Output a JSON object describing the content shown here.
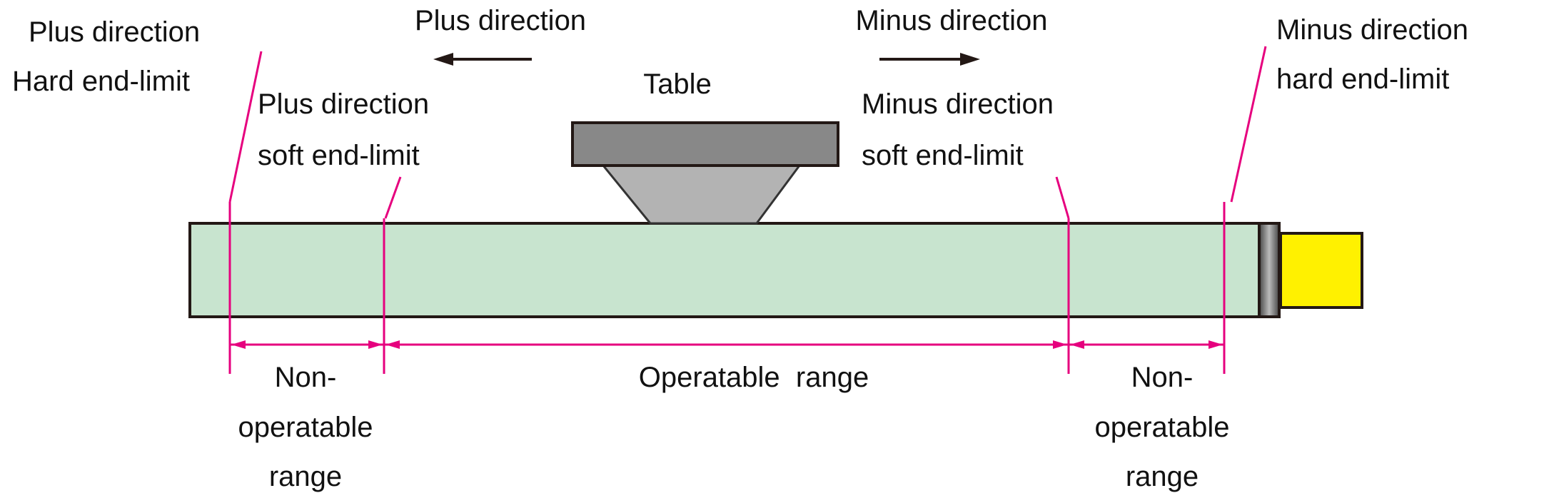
{
  "labels": {
    "plus_hard_line1": "Plus direction",
    "plus_hard_line2": "Hard end-limit",
    "plus_direction_arrow": "Plus direction",
    "minus_direction_arrow": "Minus direction",
    "table": "Table",
    "plus_soft_line1": "Plus direction",
    "plus_soft_line2": "soft end-limit",
    "minus_soft_line1": "Minus direction",
    "minus_soft_line2": "soft end-limit",
    "minus_hard_line1": "Minus direction",
    "minus_hard_line2": "hard end-limit",
    "non_op_left": [
      "Non-",
      "operatable",
      "range"
    ],
    "operatable_range": "Operatable  range",
    "non_op_right": [
      "Non-",
      "operatable",
      "range"
    ]
  },
  "colors": {
    "rail": "#c8e4cf",
    "limit_line": "#e6007e",
    "table_top": "#888888",
    "table_base": "#b3b3b3",
    "motor": "#fff100"
  }
}
